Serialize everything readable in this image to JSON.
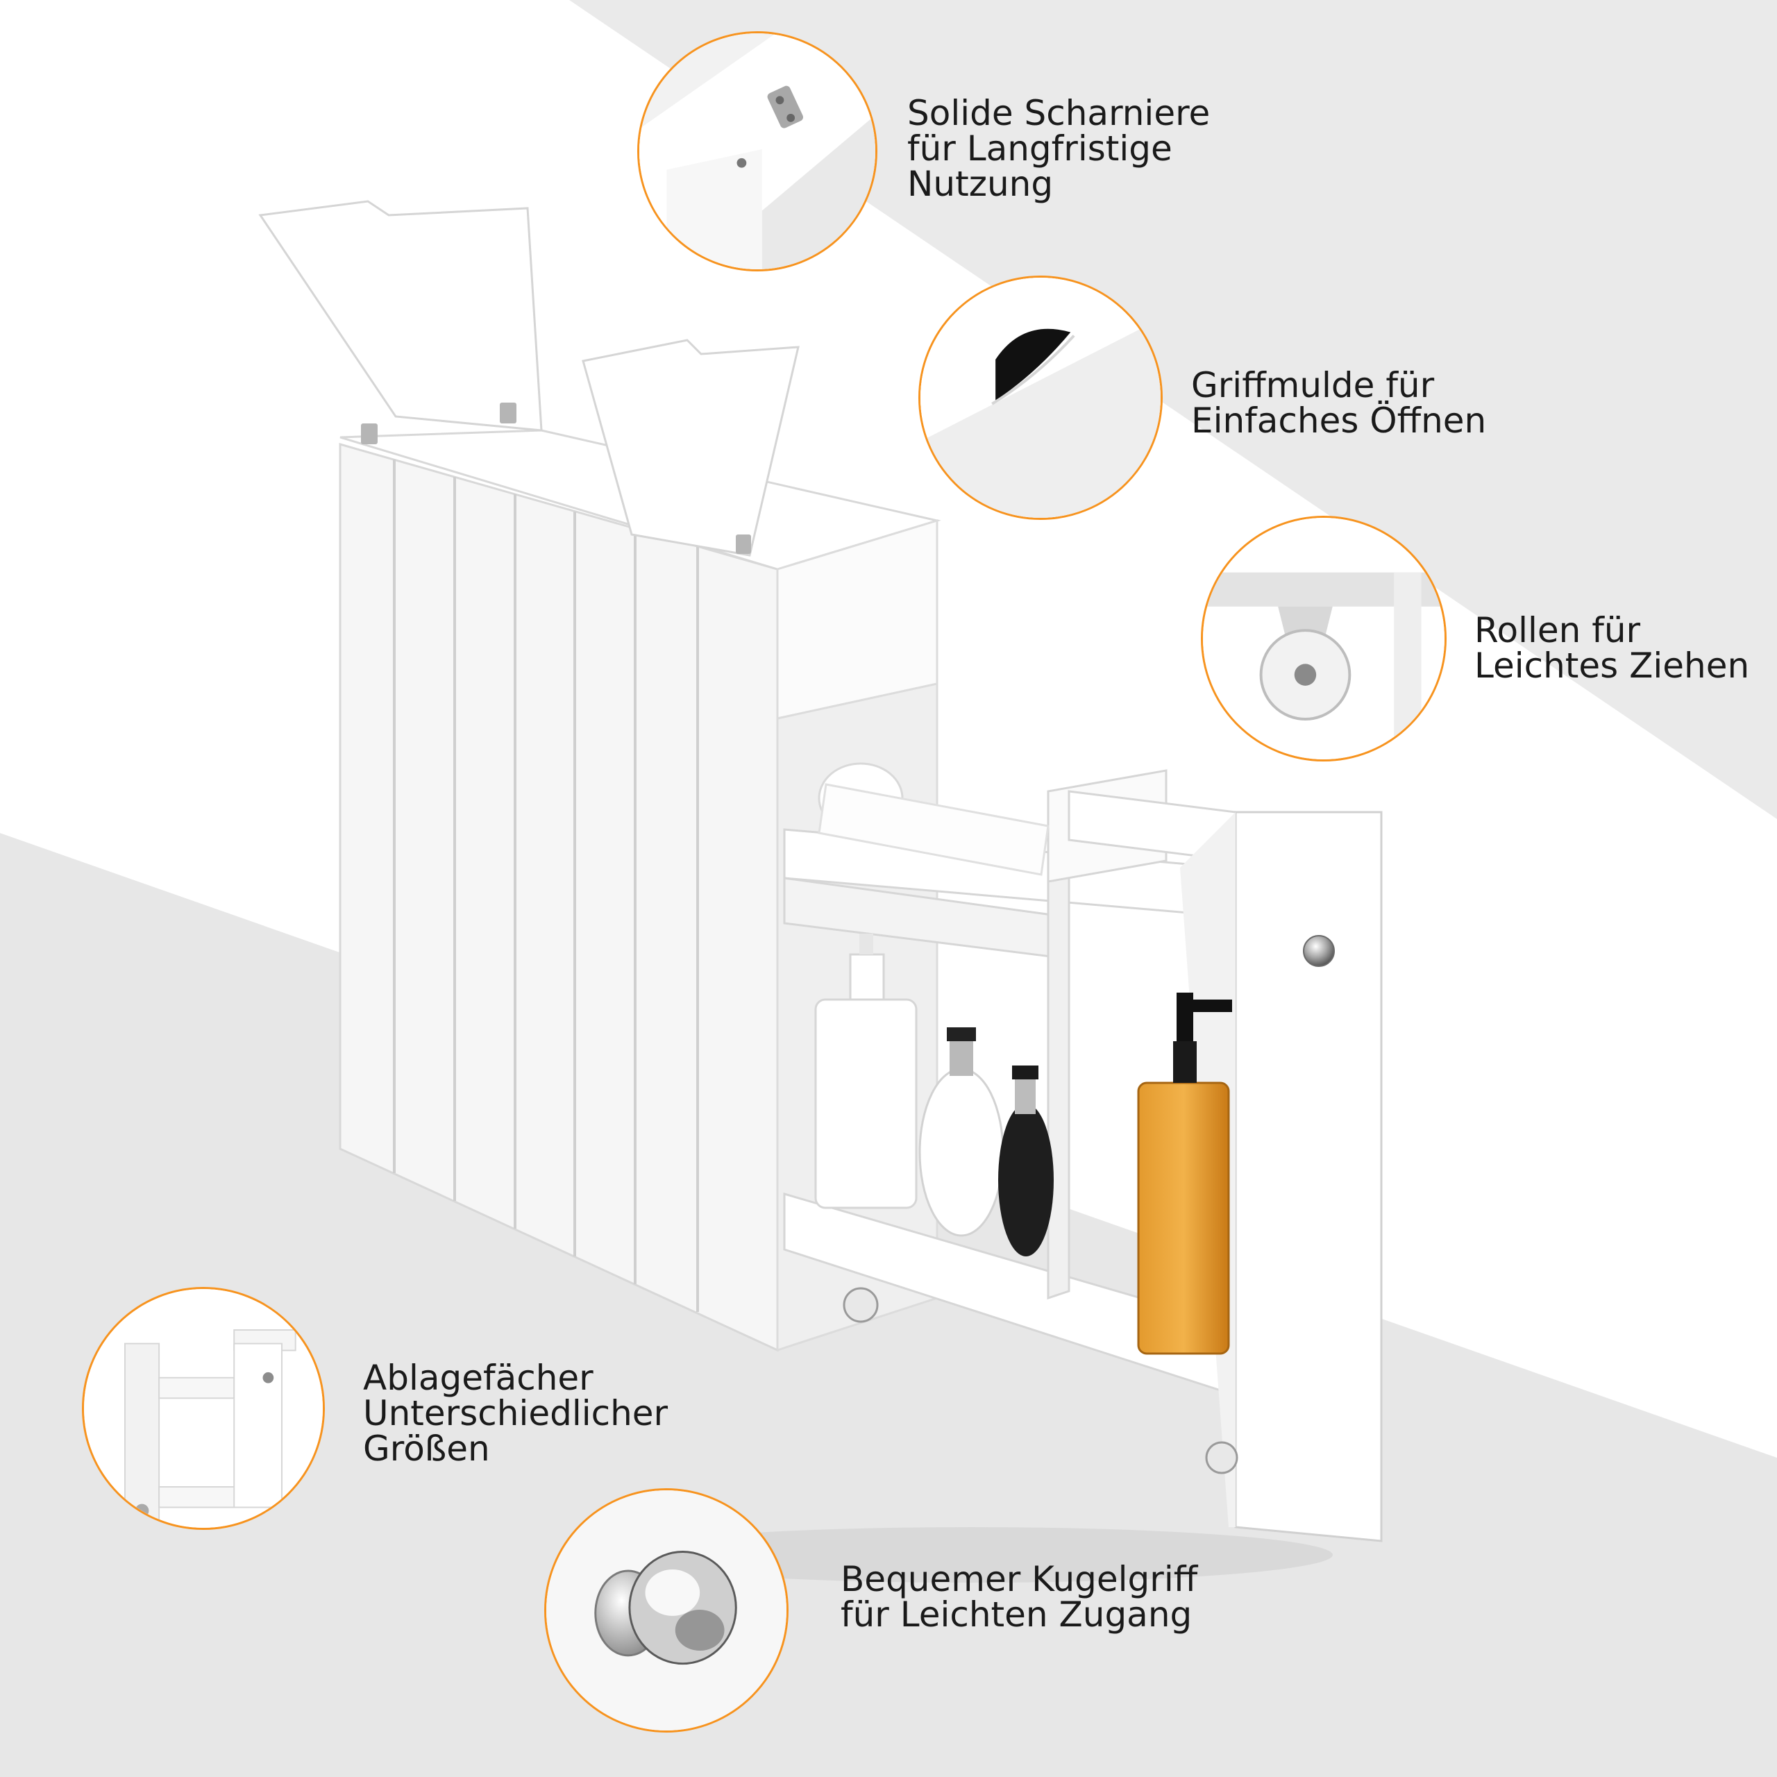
{
  "colors": {
    "accent": "#f7931e",
    "background_light": "#f4f4f4",
    "background_dark": "#e6e6e6",
    "cabinet": "#ffffff",
    "text": "#1a1a1a"
  },
  "product_icon": "slim-bathroom-cabinet-with-pull-out-drawer",
  "features": [
    {
      "icon": "hinge-icon",
      "lines": [
        "Solide Scharniere",
        "für Langfristige",
        "Nutzung"
      ]
    },
    {
      "icon": "finger-grip-icon",
      "lines": [
        "Griffmulde für",
        "Einfaches Öffnen"
      ]
    },
    {
      "icon": "caster-wheel-icon",
      "lines": [
        "Rollen für",
        "Leichtes Ziehen"
      ]
    },
    {
      "icon": "shelf-compartments-icon",
      "lines": [
        "Ablagefächer",
        "Unterschiedlicher",
        "Größen"
      ]
    },
    {
      "icon": "ball-knob-icon",
      "lines": [
        "Bequemer Kugelgriff",
        "für Leichten Zugang"
      ]
    }
  ]
}
